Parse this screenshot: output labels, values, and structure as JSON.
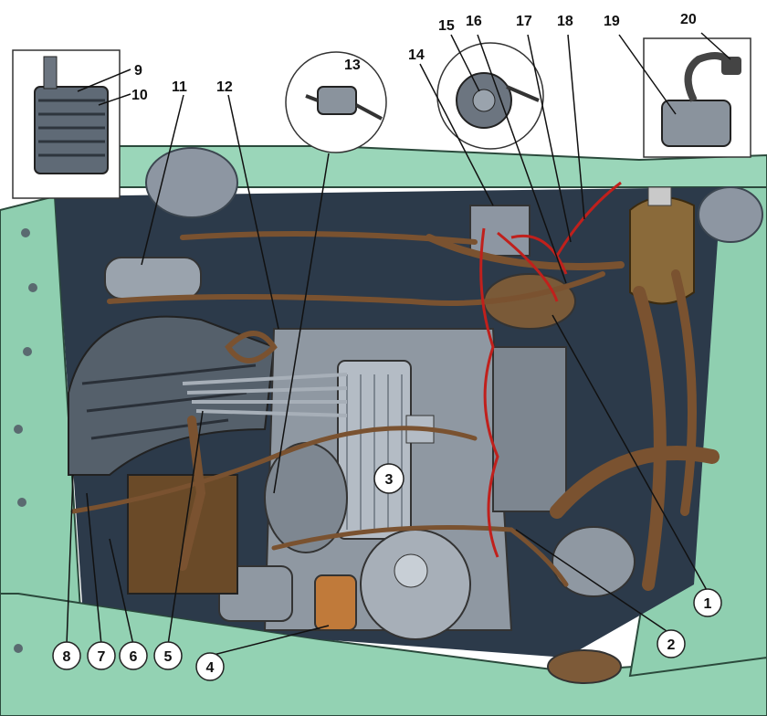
{
  "diagram": {
    "callouts": [
      {
        "id": "1",
        "label": "1"
      },
      {
        "id": "2",
        "label": "2"
      },
      {
        "id": "3",
        "label": "3"
      },
      {
        "id": "4",
        "label": "4"
      },
      {
        "id": "5",
        "label": "5"
      },
      {
        "id": "6",
        "label": "6"
      },
      {
        "id": "7",
        "label": "7"
      },
      {
        "id": "8",
        "label": "8"
      },
      {
        "id": "9",
        "label": "9"
      },
      {
        "id": "10",
        "label": "10"
      },
      {
        "id": "11",
        "label": "11"
      },
      {
        "id": "12",
        "label": "12"
      },
      {
        "id": "13",
        "label": "13"
      },
      {
        "id": "14",
        "label": "14"
      },
      {
        "id": "15",
        "label": "15"
      },
      {
        "id": "16",
        "label": "16"
      },
      {
        "id": "17",
        "label": "17"
      },
      {
        "id": "18",
        "label": "18"
      },
      {
        "id": "19",
        "label": "19"
      },
      {
        "id": "20",
        "label": "20"
      }
    ],
    "colors": {
      "body_panel": "#8fcfb0",
      "engine_bay": "#2c3a4a",
      "engine_metal": "#9aa3ad",
      "hoses": "#7a5230",
      "ignition_wires": "#c0201c",
      "leader_line": "#111111"
    }
  }
}
